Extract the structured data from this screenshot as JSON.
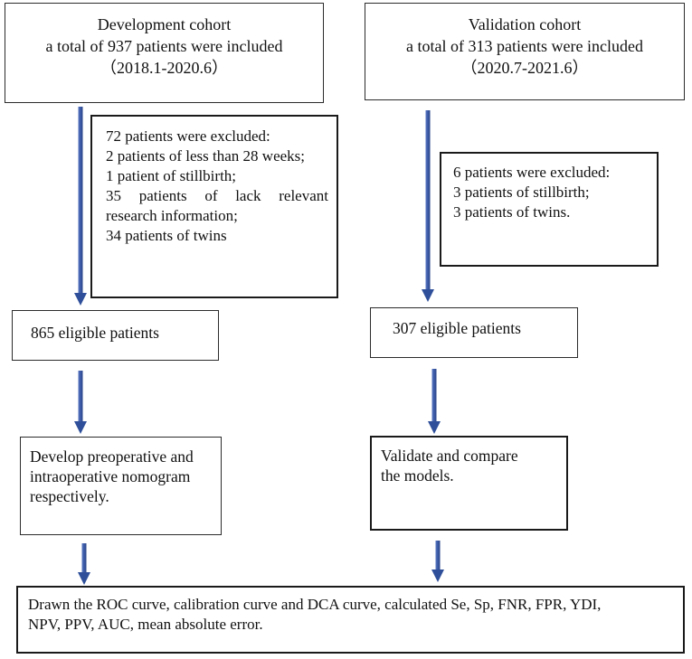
{
  "development": {
    "title": "Development cohort",
    "count_text": "a total of 937 patients were included",
    "period": "（2018.1-2020.6）"
  },
  "validation": {
    "title": "Validation cohort",
    "count_text": "a total of 313 patients were included",
    "period": "（2020.7-2021.6）"
  },
  "dev_exclusion": {
    "header": "72 patients were excluded:",
    "items": [
      "2 patients of less than 28 weeks;",
      "1 patient of stillbirth;",
      "35 patients of lack relevant",
      "research information;",
      "34 patients of twins"
    ]
  },
  "val_exclusion": {
    "header": "6 patients were excluded:",
    "items": [
      "3 patients of stillbirth;",
      "3 patients of twins."
    ]
  },
  "dev_eligible": "865 eligible patients",
  "val_eligible": "307 eligible patients",
  "dev_step": {
    "lines": [
      "Develop preoperative and",
      "intraoperative nomogram",
      "respectively."
    ]
  },
  "val_step": {
    "lines": [
      "Validate and compare",
      "the models."
    ]
  },
  "final_step": {
    "lines": [
      "Drawn the ROC curve, calibration curve and DCA curve, calculated Se, Sp, FNR, FPR, YDI,",
      "NPV, PPV, AUC, mean absolute error."
    ]
  },
  "colors": {
    "arrow": "#3b5aa6",
    "arrow_head": "#2f4f9a",
    "border": "#1a1a1a"
  }
}
